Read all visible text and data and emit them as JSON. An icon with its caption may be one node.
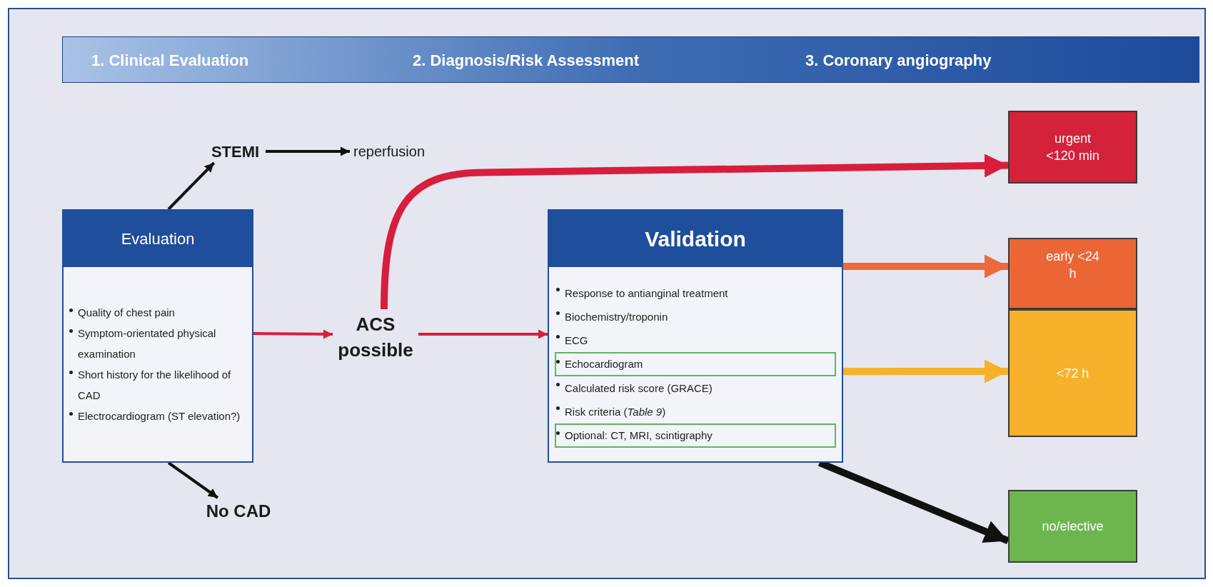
{
  "diagram": {
    "nodes": [
      {
        "text": [
          "1. Clinical Evaluation",
          "2. Diagnosis/Risk Assessment",
          "3. Coronary angiography"
        ]
      },
      {
        "text": [
          "STEMI"
        ]
      },
      {
        "text": [
          "reperfusion"
        ]
      },
      {
        "text": [
          "Evaluation",
          "Quality of chest pain",
          "Symptom-orientated physical examination",
          "Short history for the likelihood of CAD",
          "Electrocardiogram (ST elevation?)"
        ]
      },
      {
        "text": [
          "ACS possible"
        ]
      },
      {
        "text": [
          "Validation",
          "Response to antianginal treatment",
          "Biochemistry/troponin",
          "ECG",
          "Calculated risk score (GRACE)",
          "Risk criteria (*Table 9*)"
        ]
      },
      {
        "text": [
          "Echocardiogram"
        ],
        "in": 5
      },
      {
        "text": [
          "Optional: CT, MRI, scintigraphy"
        ],
        "in": 5
      },
      {
        "text": [
          "urgent <120 min"
        ]
      },
      {
        "text": [
          "early <24 h"
        ]
      },
      {
        "text": [
          "<72 h"
        ]
      },
      {
        "text": [
          "no/elective"
        ]
      },
      {
        "text": [
          "No CAD"
        ]
      }
    ],
    "edges": [
      {
        "from": 3,
        "to": 1,
        "arrow": "to"
      },
      {
        "from": 1,
        "to": 2,
        "arrow": "to"
      },
      {
        "from": 3,
        "to": 12,
        "arrow": "to"
      },
      {
        "from": 3,
        "to": 4,
        "arrow": "to",
        "color": "#d81e3c"
      },
      {
        "from": 4,
        "to": 5,
        "arrow": "to",
        "color": "#d81e3c"
      },
      {
        "from": 4,
        "to": 8,
        "arrow": "to",
        "style": "thick",
        "color": "#d81e3c"
      },
      {
        "from": 5,
        "to": 9,
        "arrow": "to",
        "style": "thick",
        "color": "#ef6a3a"
      },
      {
        "from": 5,
        "to": 10,
        "arrow": "to",
        "style": "thick",
        "color": "#f5b22a"
      },
      {
        "from": 5,
        "to": 11,
        "arrow": "to",
        "style": "thick"
      }
    ]
  }
}
